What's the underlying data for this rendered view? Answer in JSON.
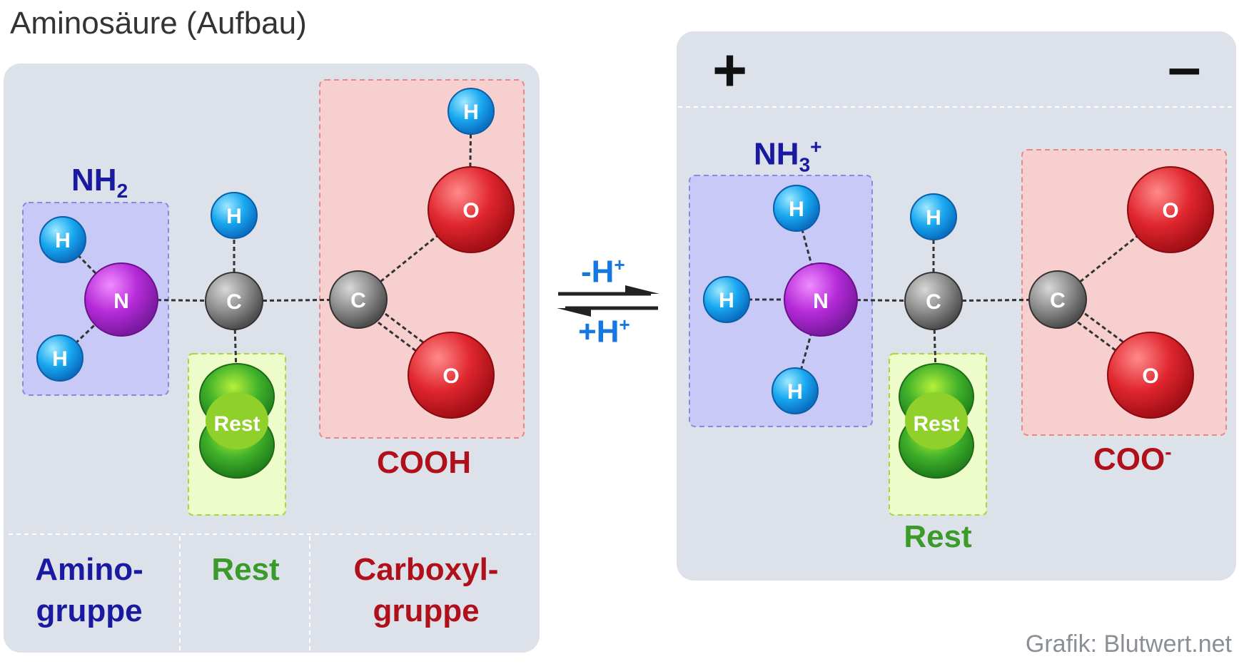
{
  "title": "Aminosäure (Aufbau)",
  "credit": "Grafik: Blutwert.net",
  "left": {
    "amino_formula_main": "NH",
    "amino_formula_sub": "2",
    "carboxyl_formula": "COOH",
    "labels": {
      "amino_line1": "Amino-",
      "amino_line2": "gruppe",
      "rest": "Rest",
      "carboxyl_line1": "Carboxyl-",
      "carboxyl_line2": "gruppe"
    }
  },
  "right": {
    "plus": "+",
    "minus": "–",
    "amino_formula_main": "NH",
    "amino_formula_sub": "3",
    "amino_formula_sup": "+",
    "carboxyl_formula_main": "COO",
    "carboxyl_formula_sup": "-",
    "rest_label": "Rest"
  },
  "equilibrium": {
    "top_main": "-H",
    "top_sup": "+",
    "bottom_main": "+H",
    "bottom_sup": "+"
  },
  "atoms": {
    "H": "H",
    "N": "N",
    "C": "C",
    "O": "O",
    "Rest": "Rest"
  },
  "colors": {
    "panel": "#dde2ea",
    "amino_text": "#1a1aa0",
    "rest_text": "#3a9a2a",
    "carboxyl_text": "#b0101a",
    "arrow_text": "#1478e0"
  }
}
